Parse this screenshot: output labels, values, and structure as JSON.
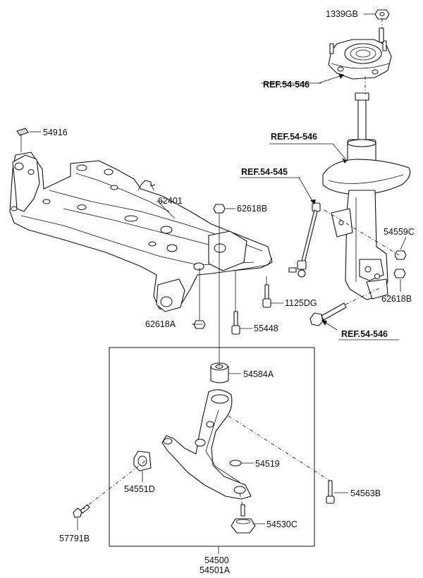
{
  "labels": {
    "p1339GB": "1339GB",
    "ref_top": "REF.54-546",
    "ref_strut": "REF.54-546",
    "ref_link": "REF.54-545",
    "ref_bolt": "REF.54-546",
    "p54916": "54916",
    "p62401": "62401",
    "p62618B_top": "62618B",
    "p54559C": "54559C",
    "p62618B_right": "62618B",
    "p1125DG": "1125DG",
    "p62618A": "62618A",
    "p55448": "55448",
    "p54584A": "54584A",
    "p54519": "54519",
    "p54551D": "54551D",
    "p54563B": "54563B",
    "p54530C": "54530C",
    "p57791B": "57791B",
    "p54500": "54500",
    "p54501A": "54501A"
  }
}
